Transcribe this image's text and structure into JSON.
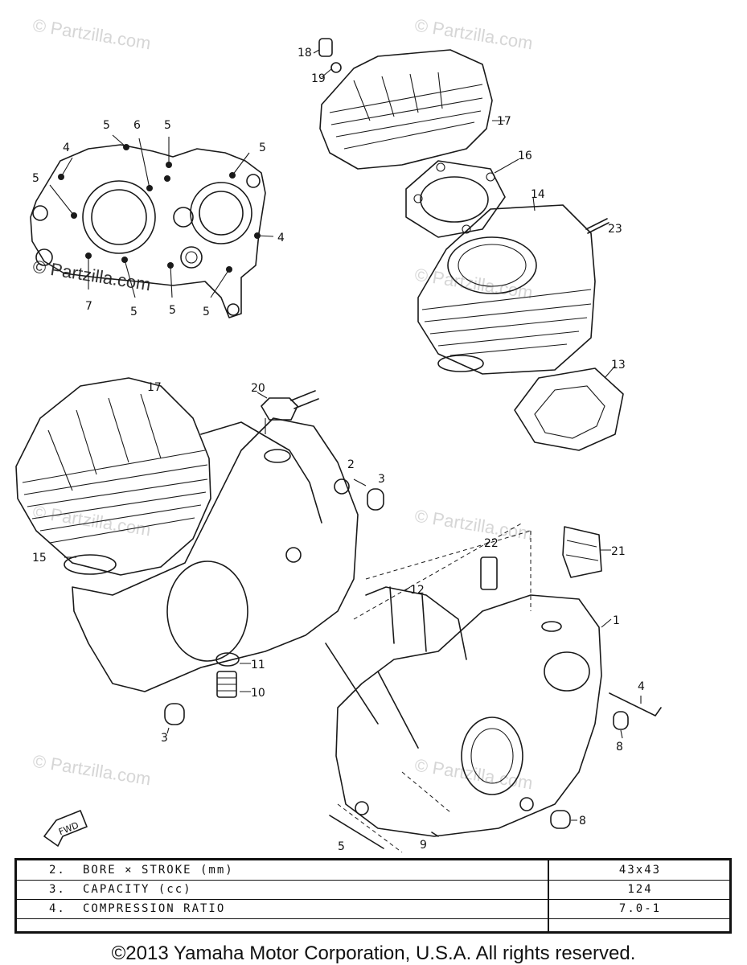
{
  "watermarks": [
    "© Partzilla.com",
    "© Partzilla.com",
    "© Partzilla.com",
    "© Partzilla.com",
    "© Partzilla.com",
    "© Partzilla.com",
    "© Partzilla.com",
    "© Partzilla.com"
  ],
  "callouts": [
    "18",
    "19",
    "17",
    "16",
    "14",
    "23",
    "13",
    "5",
    "6",
    "5",
    "5",
    "4",
    "5",
    "4",
    "7",
    "5",
    "5",
    "5",
    "20",
    "17",
    "2",
    "3",
    "15",
    "22",
    "21",
    "12",
    "1",
    "11",
    "10",
    "3",
    "4",
    "8",
    "8",
    "5",
    "9"
  ],
  "fwd_label": "FWD",
  "spec_table": {
    "rows": [
      {
        "num": "2.",
        "label": "BORE × STROKE  (mm)",
        "value": "43x43"
      },
      {
        "num": "3.",
        "label": "CAPACITY (cc)",
        "value": "124"
      },
      {
        "num": "4.",
        "label": "COMPRESSION RATIO",
        "value": "7.0-1"
      }
    ]
  },
  "copyright": "©2013 Yamaha Motor Corporation, U.S.A. All rights reserved."
}
